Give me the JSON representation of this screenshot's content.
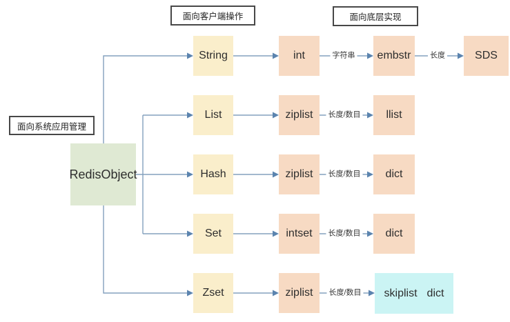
{
  "titles": {
    "client_ops": "面向客户端操作",
    "low_level_impl": "面向底层实现",
    "system_mgmt": "面向系统应用管理"
  },
  "root": {
    "label": "RedisObject"
  },
  "rows": [
    {
      "type": "String",
      "enc1": "int",
      "edge1": "字符串",
      "enc2": "embstr",
      "edge2": "长度",
      "enc3": "SDS"
    },
    {
      "type": "List",
      "enc1": "ziplist",
      "edge1": "长度/数目",
      "enc2": "llist"
    },
    {
      "type": "Hash",
      "enc1": "ziplist",
      "edge1": "长度/数目",
      "enc2": "dict"
    },
    {
      "type": "Set",
      "enc1": "intset",
      "edge1": "长度/数目",
      "enc2": "dict"
    },
    {
      "type": "Zset",
      "enc1": "ziplist",
      "edge1": "长度/数目",
      "enc2": "skiplist",
      "enc2b": "dict"
    }
  ],
  "colors": {
    "root_box": "#dfe9d3",
    "type_box": "#faeecb",
    "encoding_box": "#f7dac3",
    "highlight_box": "#cbf4f4",
    "connector_line": "#83a0bd",
    "arrowhead": "#5b84af",
    "title_border": "#474747"
  }
}
